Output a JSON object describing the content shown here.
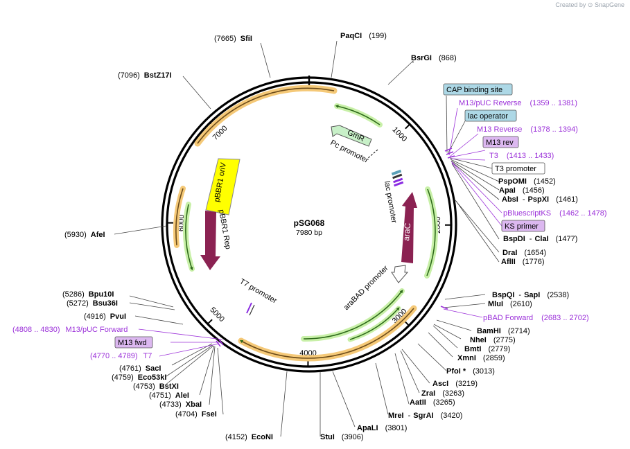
{
  "credit": {
    "created_by": "Created by",
    "brand": "SnapGene"
  },
  "plasmid": {
    "name": "pSG068",
    "length": "7980 bp"
  },
  "ticks": [
    {
      "label": "1000",
      "pos": 1000
    },
    {
      "label": "2000",
      "pos": 2000
    },
    {
      "label": "3000",
      "pos": 3000
    },
    {
      "label": "4000",
      "pos": 4000
    },
    {
      "label": "5000",
      "pos": 5000
    },
    {
      "label": "6000",
      "pos": 6000
    },
    {
      "label": "7000",
      "pos": 7000
    }
  ],
  "enzymes": [
    {
      "name": "PaqCI",
      "pos": "(199)",
      "bp": 199
    },
    {
      "name": "BsrGI",
      "pos": "(868)",
      "bp": 868
    },
    {
      "name": "PspOMI",
      "pos": "(1452)",
      "bp": 1452
    },
    {
      "name": "ApaI",
      "pos": "(1456)",
      "bp": 1456
    },
    {
      "name": "AbsI",
      "name2": "PspXI",
      "pos": "(1461)",
      "bp": 1461
    },
    {
      "name": "BspDI",
      "name2": "ClaI",
      "pos": "(1477)",
      "bp": 1477
    },
    {
      "name": "DraI",
      "pos": "(1654)",
      "bp": 1654
    },
    {
      "name": "AflII",
      "pos": "(1776)",
      "bp": 1776
    },
    {
      "name": "BspQI",
      "name2": "SapI",
      "pos": "(2538)",
      "bp": 2538
    },
    {
      "name": "MluI",
      "pos": "(2610)",
      "bp": 2610
    },
    {
      "name": "BamHI",
      "pos": "(2714)",
      "bp": 2714
    },
    {
      "name": "NheI",
      "pos": "(2775)",
      "bp": 2775
    },
    {
      "name": "BmtI",
      "pos": "(2779)",
      "bp": 2779
    },
    {
      "name": "XmnI",
      "pos": "(2859)",
      "bp": 2859
    },
    {
      "name": "PfoI *",
      "pos": "(3013)",
      "bp": 3013
    },
    {
      "name": "AscI",
      "pos": "(3219)",
      "bp": 3219
    },
    {
      "name": "ZraI",
      "pos": "(3263)",
      "bp": 3263
    },
    {
      "name": "AatII",
      "pos": "(3265)",
      "bp": 3265
    },
    {
      "name": "MreI",
      "name2": "SgrAI",
      "pos": "(3420)",
      "bp": 3420
    },
    {
      "name": "ApaLI",
      "pos": "(3801)",
      "bp": 3801
    },
    {
      "name": "StuI",
      "pos": "(3906)",
      "bp": 3906
    },
    {
      "name": "EcoNI",
      "pos": "(4152)",
      "bp": 4152
    },
    {
      "name": "FseI",
      "pos": "(4704)",
      "bp": 4704
    },
    {
      "name": "XbaI",
      "pos": "(4733)",
      "bp": 4733
    },
    {
      "name": "AleI",
      "pos": "(4751)",
      "bp": 4751
    },
    {
      "name": "BstXI",
      "pos": "(4753)",
      "bp": 4753
    },
    {
      "name": "Eco53kI",
      "pos": "(4759)",
      "bp": 4759
    },
    {
      "name": "SacI",
      "pos": "(4761)",
      "bp": 4761
    },
    {
      "name": "PvuI",
      "pos": "(4916)",
      "bp": 4916
    },
    {
      "name": "Bsu36I",
      "pos": "(5272)",
      "bp": 5272
    },
    {
      "name": "Bpu10I",
      "pos": "(5286)",
      "bp": 5286
    },
    {
      "name": "AfeI",
      "pos": "(5930)",
      "bp": 5930
    },
    {
      "name": "BstZ17I",
      "pos": "(7096)",
      "bp": 7096
    },
    {
      "name": "SfiI",
      "pos": "(7665)",
      "bp": 7665
    }
  ],
  "primers": [
    {
      "name": "M13/pUC Reverse",
      "pos": "(1359 .. 1381)"
    },
    {
      "name": "M13 Reverse",
      "pos": "(1378 .. 1394)"
    },
    {
      "name": "T3",
      "pos": "(1413 .. 1433)"
    },
    {
      "name": "pBluescriptKS",
      "pos": "(1462 .. 1478)"
    },
    {
      "name": "pBAD Forward",
      "pos": "(2683 .. 2702)"
    },
    {
      "name": "M13/pUC Forward",
      "pos": "(4808 .. 4830)"
    },
    {
      "name": "T7",
      "pos": "(4770 .. 4789)"
    }
  ],
  "boxed": {
    "cap": "CAP binding site",
    "lacop": "lac operator",
    "m13rev": "M13 rev",
    "t3prom": "T3 promoter",
    "ks": "KS primer",
    "m13fwd": "M13 fwd"
  },
  "features": {
    "gmr": "GmR",
    "pc_promoter": "Pc promoter",
    "lac_promoter": "lac promoter",
    "arac": "araC",
    "arabad_promoter": "araBAD promoter",
    "t7_promoter": "T7 promoter",
    "pbbr1_oriv": "pBBR1 oriV",
    "pbbr1_rep": "pBBR1 Rep"
  },
  "colors": {
    "gmr": "#c8f0c8",
    "arac": "#8b2252",
    "oriv": "#ffff00",
    "orange_arc": "#f5a623",
    "green_arc": "#4a9a2a",
    "primer": "#9b30d9",
    "cap_box": "#add8e6"
  }
}
